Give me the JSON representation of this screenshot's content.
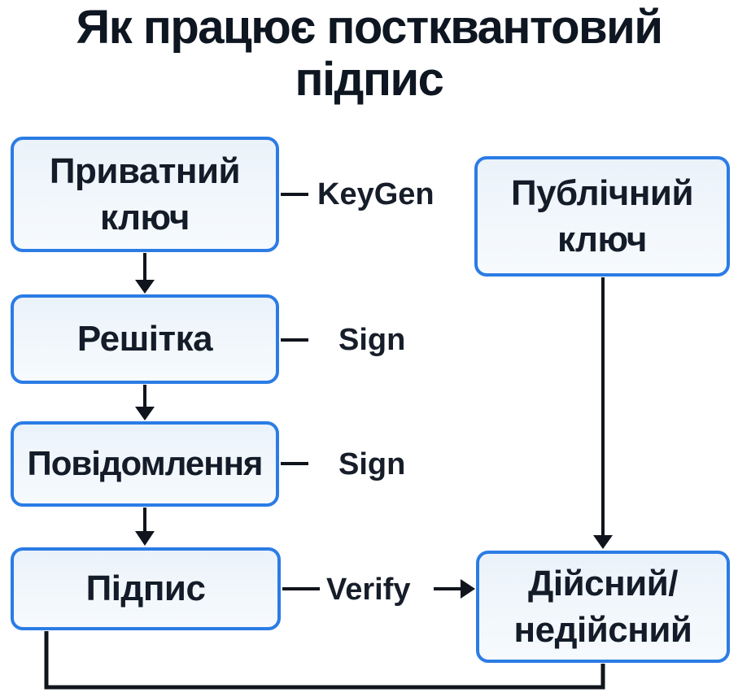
{
  "title": "Як працює постквантовий\nпідпис",
  "colors": {
    "background": "#ffffff",
    "node_border": "#2b7ce5",
    "node_fill": "#eff5fb",
    "text": "#131c28",
    "line": "#10151d"
  },
  "diagram": {
    "nodes": [
      {
        "id": "private-key",
        "label": "Приватний\nключ"
      },
      {
        "id": "lattice",
        "label": "Решітка"
      },
      {
        "id": "message",
        "label": "Повідомлення"
      },
      {
        "id": "signature",
        "label": "Підпис"
      },
      {
        "id": "public-key",
        "label": "Публічний\nключ"
      },
      {
        "id": "result",
        "label": "Дійсний/\nнедійсний"
      }
    ],
    "edge_labels": [
      {
        "id": "keygen",
        "label": "KeyGen"
      },
      {
        "id": "sign-1",
        "label": "Sign"
      },
      {
        "id": "sign-2",
        "label": "Sign"
      },
      {
        "id": "verify",
        "label": "Verify"
      }
    ]
  }
}
